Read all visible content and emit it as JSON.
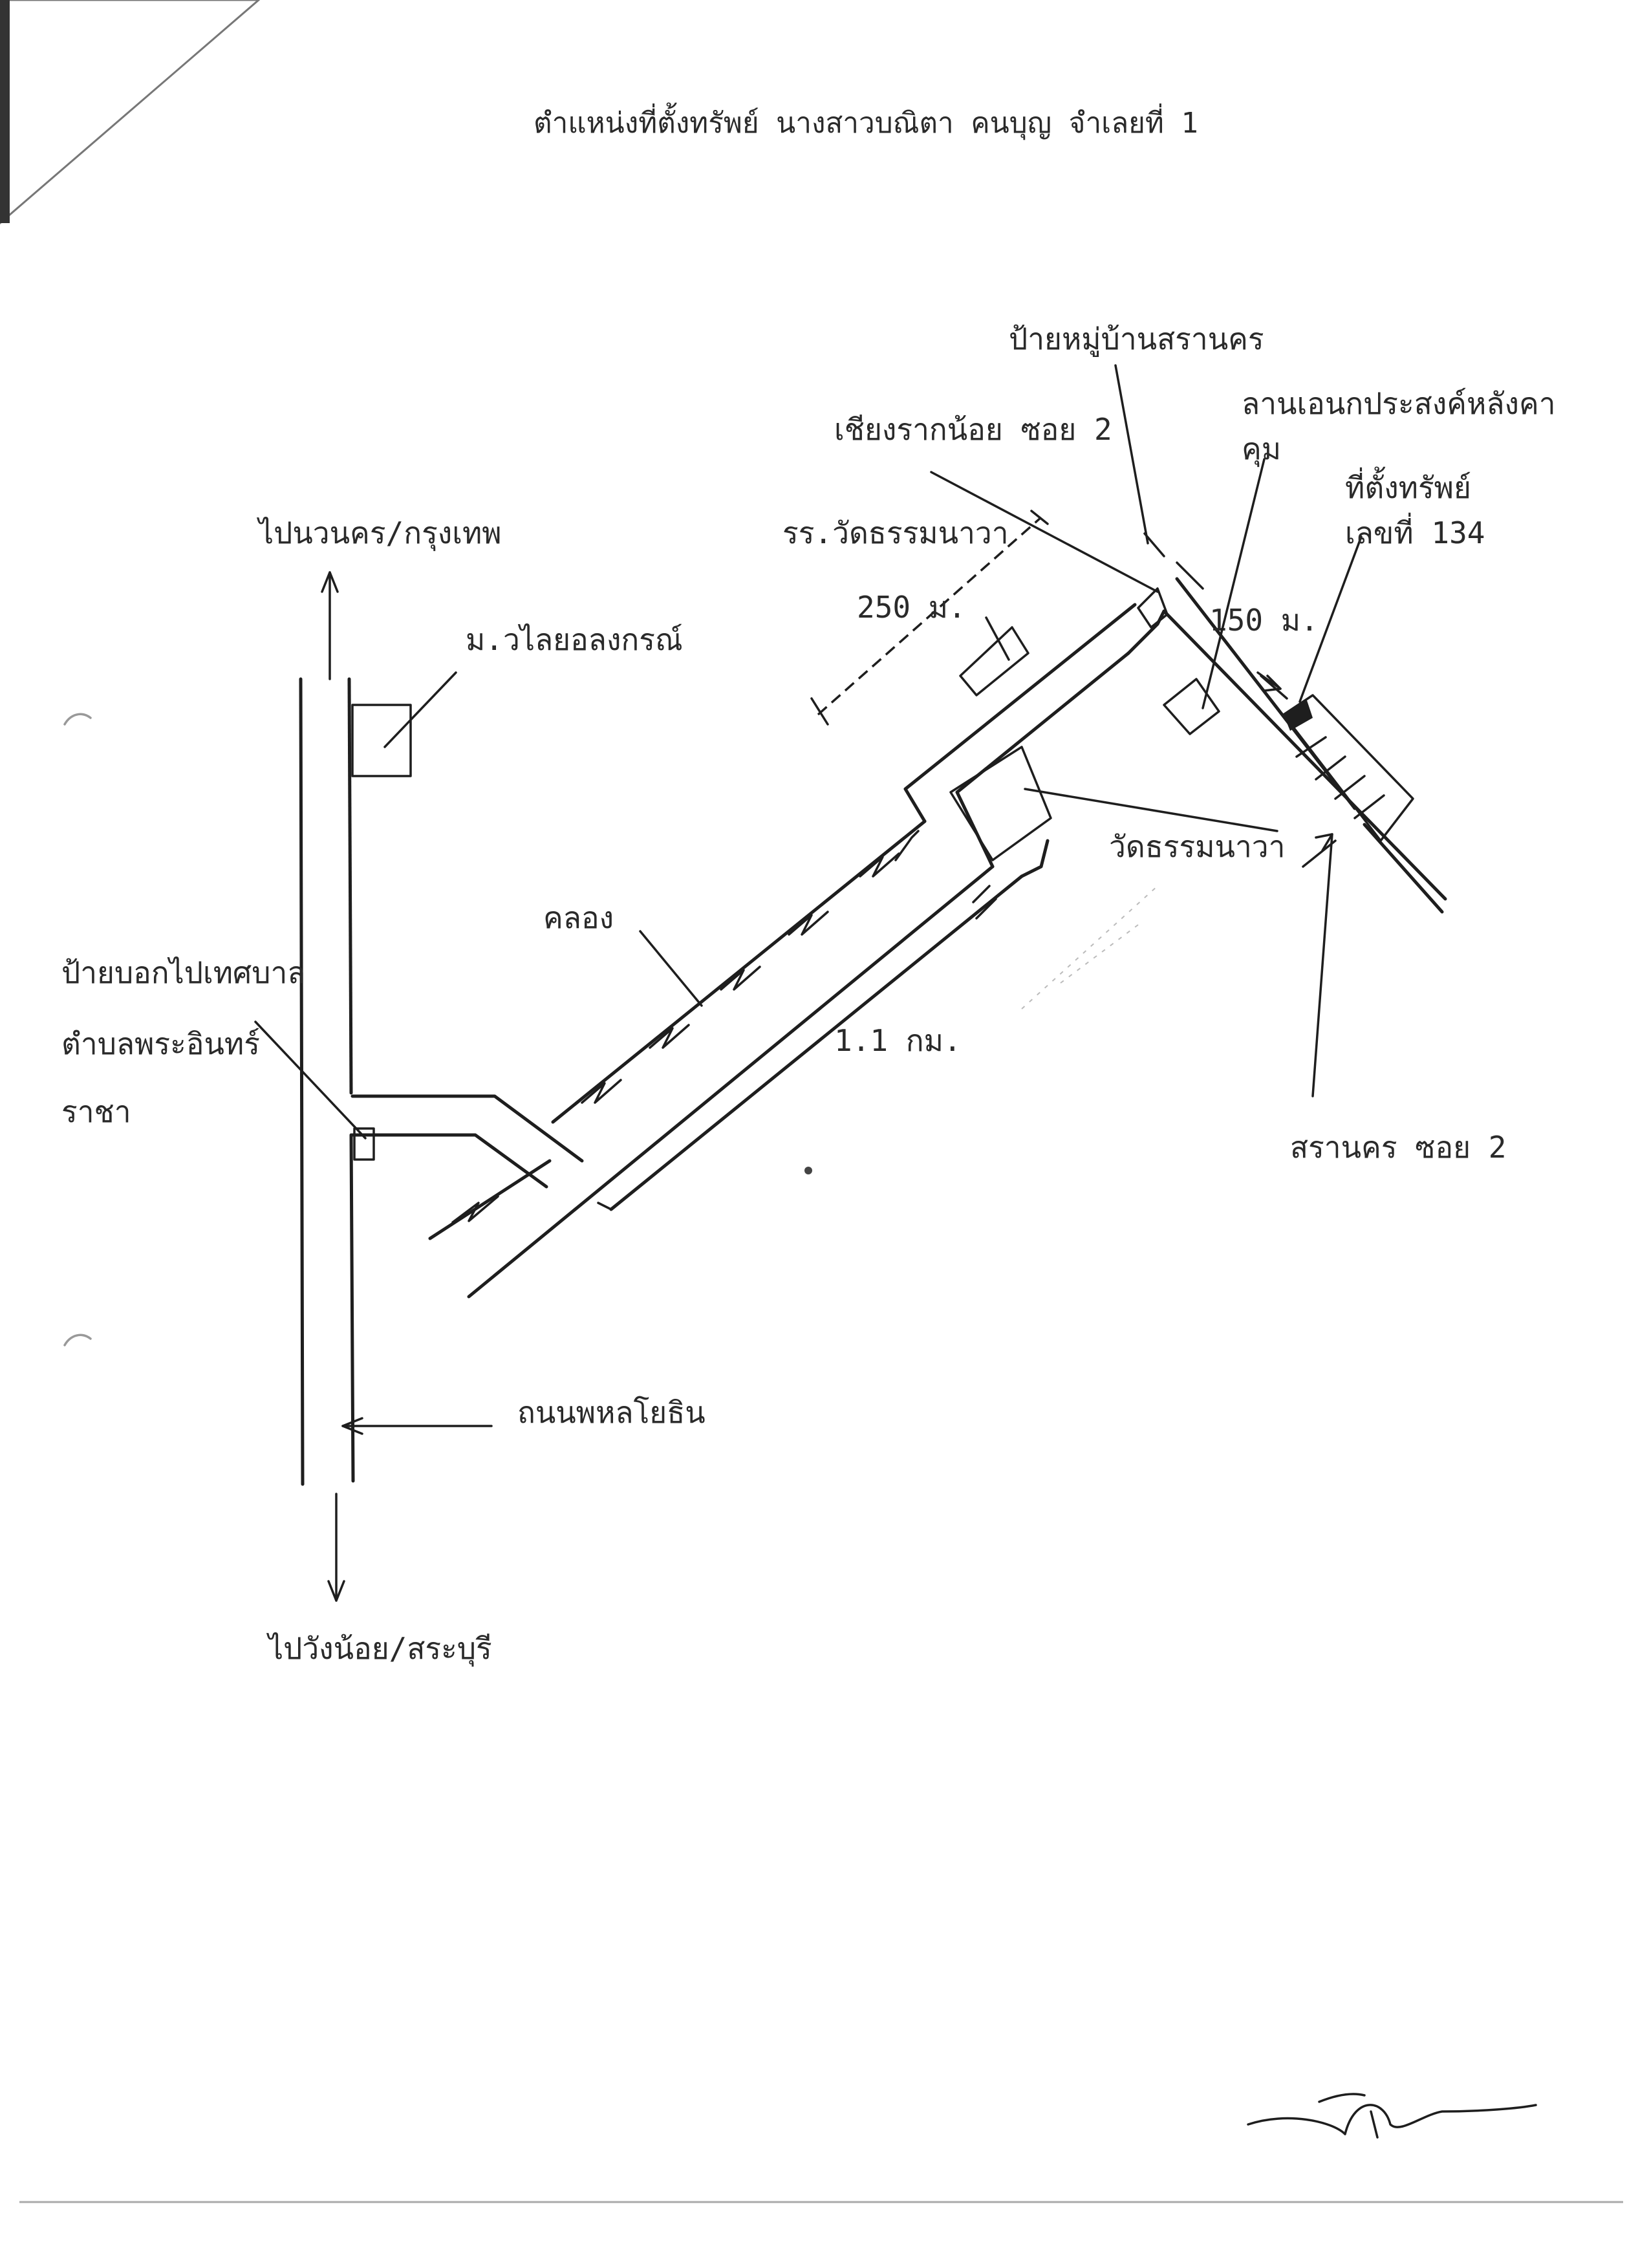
{
  "title": "ตำแหน่งที่ตั้งทรัพย์ นางสาวบณิตา คนบุญ จำเลยที่ 1",
  "labels": {
    "to_navanakorn": "ไปนวนคร/กรุงเทพ",
    "village_wailaya": "ม.วไลยอลงกรณ์",
    "sign_to_municipality_1": "ป้ายบอกไปเทศบาล",
    "sign_to_municipality_2": "ตำบลพระอินทร์",
    "sign_to_municipality_3": "ราชา",
    "road_phahon": "ถนนพหลโยธิน",
    "to_wangnoi": "ไปวังน้อย/สระบุรี",
    "canal": "คลอง",
    "distance_long": "1.1 กม.",
    "school_wat": "รร.วัดธรรมนาวา",
    "distance_250": "250 ม.",
    "chiang_rak_noi": "เชียงรากน้อย ซอย 2",
    "sign_village": "ป้ายหมู่บ้านสรานคร",
    "multipurpose_yard_1": "ลานเอนกประสงค์หลังคา",
    "multipurpose_yard_2": "คุม",
    "property_location_1": "ที่ตั้งทรัพย์",
    "property_location_2": "เลขที่ 134",
    "distance_150": "150 ม.",
    "wat_thammanawa": "วัดธรรมนาวา",
    "saranakorn_soi2": "สรานคร ซอย 2"
  },
  "colors": {
    "ink": "#1e1e1e",
    "paper": "#ffffff"
  }
}
